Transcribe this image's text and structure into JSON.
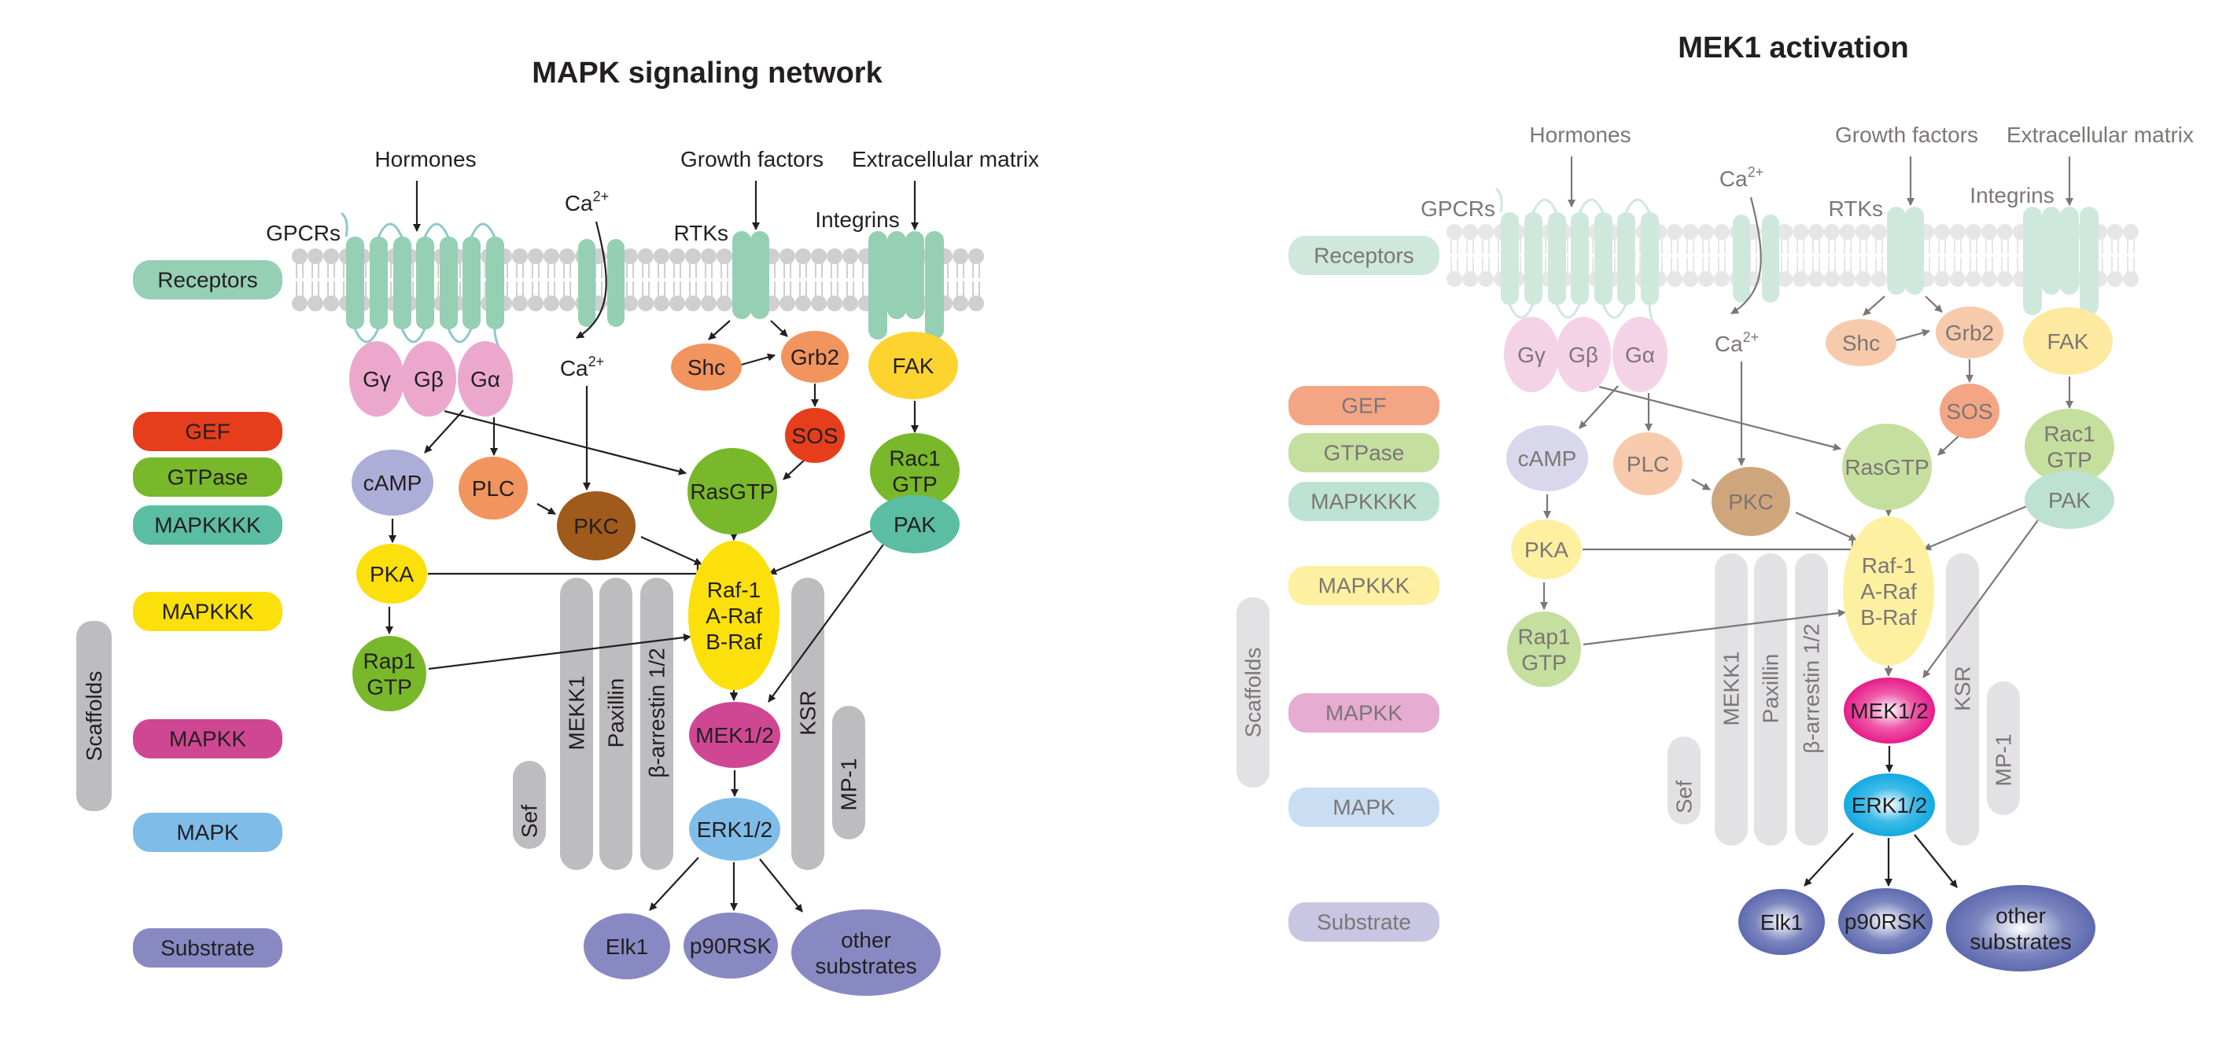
{
  "panels": [
    {
      "id": "network",
      "title": "MAPK signaling network",
      "faded": false,
      "legend": [
        {
          "key": "receptors",
          "label": "Receptors",
          "color": "#95cfb4"
        },
        {
          "key": "gef",
          "label": "GEF",
          "color": "#e63e1c"
        },
        {
          "key": "gtpase",
          "label": "GTPase",
          "color": "#78b82a"
        },
        {
          "key": "mapkkkk",
          "label": "MAPKKKK",
          "color": "#5bbda1"
        },
        {
          "key": "mapkkk",
          "label": "MAPKKK",
          "color": "#fbe00b"
        },
        {
          "key": "mapkk",
          "label": "MAPKK",
          "color": "#cf4793"
        },
        {
          "key": "mapk",
          "label": "MAPK",
          "color": "#7fbde8"
        },
        {
          "key": "substrate",
          "label": "Substrate",
          "color": "#8889c3"
        }
      ],
      "scaffolds_label": "Scaffolds",
      "annotations": {
        "hormones": "Hormones",
        "growth_factors": "Growth factors",
        "extracellular_matrix": "Extracellular matrix",
        "gpcrs": "GPCRs",
        "rtks": "RTKs",
        "integrins": "Integrins",
        "ca_out": "Ca",
        "ca_in": "Ca",
        "ca_charge": "2+"
      },
      "nodes": {
        "g_gamma": {
          "label": "Gγ",
          "color": "#eca8cc"
        },
        "g_beta": {
          "label": "Gβ",
          "color": "#eca8cc"
        },
        "g_alpha": {
          "label": "Gα",
          "color": "#eca8cc"
        },
        "shc": {
          "label": "Shc",
          "color": "#f1945e"
        },
        "grb2": {
          "label": "Grb2",
          "color": "#f1945e"
        },
        "fak": {
          "label": "FAK",
          "color": "#fdd42f"
        },
        "sos": {
          "label": "SOS",
          "color": "#e63e1c"
        },
        "camp": {
          "label": "cAMP",
          "color": "#adaed8"
        },
        "plc": {
          "label": "PLC",
          "color": "#f1945e"
        },
        "pkc": {
          "label": "PKC",
          "color": "#a05a1b"
        },
        "rasgtp": {
          "label": "RasGTP",
          "color": "#78b82a"
        },
        "rac1gtp": {
          "label": "Rac1\nGTP",
          "color": "#78b82a"
        },
        "pak": {
          "label": "PAK",
          "color": "#5bbda1"
        },
        "pka": {
          "label": "PKA",
          "color": "#fbe00b"
        },
        "raf": {
          "label": "Raf-1\nA-Raf\nB-Raf",
          "color": "#fbe00b"
        },
        "rap1gtp": {
          "label": "Rap1\nGTP",
          "color": "#78b82a"
        },
        "mek": {
          "label": "MEK1/2",
          "color": "#cf4793"
        },
        "erk": {
          "label": "ERK1/2",
          "color": "#7fbde8"
        },
        "elk1": {
          "label": "Elk1",
          "color": "#8889c3"
        },
        "p90rsk": {
          "label": "p90RSK",
          "color": "#8889c3"
        },
        "other": {
          "label": "other\nsubstrates",
          "color": "#8889c3"
        }
      },
      "scaffolds": [
        {
          "key": "sef",
          "label": "Sef"
        },
        {
          "key": "mekk1",
          "label": "MEKK1"
        },
        {
          "key": "paxillin",
          "label": "Paxillin"
        },
        {
          "key": "barrestin",
          "label": "β-arrestin 1/2"
        },
        {
          "key": "ksr",
          "label": "KSR"
        },
        {
          "key": "mp1",
          "label": "MP-1"
        }
      ],
      "colors": {
        "receptor": "#95cfb4",
        "loop": "#8fc8cc",
        "lipid": "#cfcfcf",
        "scaffold": "#bdbcbe",
        "text": "#231f20",
        "arrow": "#231f20"
      }
    },
    {
      "id": "mek1",
      "title": "MEK1 activation",
      "faded": true,
      "legend": [
        {
          "key": "receptors",
          "label": "Receptors",
          "color": "#cfe8dc"
        },
        {
          "key": "gef",
          "label": "GEF",
          "color": "#f4a684"
        },
        {
          "key": "gtpase",
          "label": "GTPase",
          "color": "#c5df9f"
        },
        {
          "key": "mapkkkk",
          "label": "MAPKKKK",
          "color": "#bde2d3"
        },
        {
          "key": "mapkkk",
          "label": "MAPKKK",
          "color": "#fdf0a0"
        },
        {
          "key": "mapkk",
          "label": "MAPKK",
          "color": "#e6acd1"
        },
        {
          "key": "mapk",
          "label": "MAPK",
          "color": "#c9def3"
        },
        {
          "key": "substrate",
          "label": "Substrate",
          "color": "#c8c6e3"
        }
      ],
      "scaffolds_label": "Scaffolds",
      "annotations": {
        "hormones": "Hormones",
        "growth_factors": "Growth factors",
        "extracellular_matrix": "Extracellular matrix",
        "gpcrs": "GPCRs",
        "rtks": "RTKs",
        "integrins": "Integrins",
        "ca_out": "Ca",
        "ca_in": "Ca",
        "ca_charge": "2+"
      },
      "nodes": {
        "g_gamma": {
          "label": "Gγ",
          "color": "#f5d3e7"
        },
        "g_beta": {
          "label": "Gβ",
          "color": "#f5d3e7"
        },
        "g_alpha": {
          "label": "Gα",
          "color": "#f5d3e7"
        },
        "shc": {
          "label": "Shc",
          "color": "#f8caac"
        },
        "grb2": {
          "label": "Grb2",
          "color": "#f8caac"
        },
        "fak": {
          "label": "FAK",
          "color": "#fde9a0"
        },
        "sos": {
          "label": "SOS",
          "color": "#f4a684"
        },
        "camp": {
          "label": "cAMP",
          "color": "#d8d7ec"
        },
        "plc": {
          "label": "PLC",
          "color": "#f8caac"
        },
        "pkc": {
          "label": "PKC",
          "color": "#cfa67c"
        },
        "rasgtp": {
          "label": "RasGTP",
          "color": "#c5df9f"
        },
        "rac1gtp": {
          "label": "Rac1\nGTP",
          "color": "#c5df9f"
        },
        "pak": {
          "label": "PAK",
          "color": "#bde2d3"
        },
        "pka": {
          "label": "PKA",
          "color": "#fdf0a0"
        },
        "raf": {
          "label": "Raf-1\nA-Raf\nB-Raf",
          "color": "#fdf0a0"
        },
        "rap1gtp": {
          "label": "Rap1\nGTP",
          "color": "#c5df9f"
        },
        "mek": {
          "label": "MEK1/2",
          "color": "#e4007e",
          "highlight": true
        },
        "erk": {
          "label": "ERK1/2",
          "color": "#00a1de",
          "highlight": true
        },
        "elk1": {
          "label": "Elk1",
          "color": "#4f5ca5",
          "highlight": true
        },
        "p90rsk": {
          "label": "p90RSK",
          "color": "#4f5ca5",
          "highlight": true
        },
        "other": {
          "label": "other\nsubstrates",
          "color": "#4f5ca5",
          "highlight": true
        }
      },
      "scaffolds": [
        {
          "key": "sef",
          "label": "Sef"
        },
        {
          "key": "mekk1",
          "label": "MEKK1"
        },
        {
          "key": "paxillin",
          "label": "Paxillin"
        },
        {
          "key": "barrestin",
          "label": "β-arrestin 1/2"
        },
        {
          "key": "ksr",
          "label": "KSR"
        },
        {
          "key": "mp1",
          "label": "MP-1"
        }
      ],
      "colors": {
        "receptor": "#cfe8dc",
        "loop": "#cfe6e8",
        "lipid": "#e6e6e6",
        "scaffold": "#e2e1e3",
        "text": "#7d7676",
        "arrow": "#7d7676",
        "dark_text": "#231f20",
        "dark_arrow": "#231f20"
      }
    }
  ]
}
